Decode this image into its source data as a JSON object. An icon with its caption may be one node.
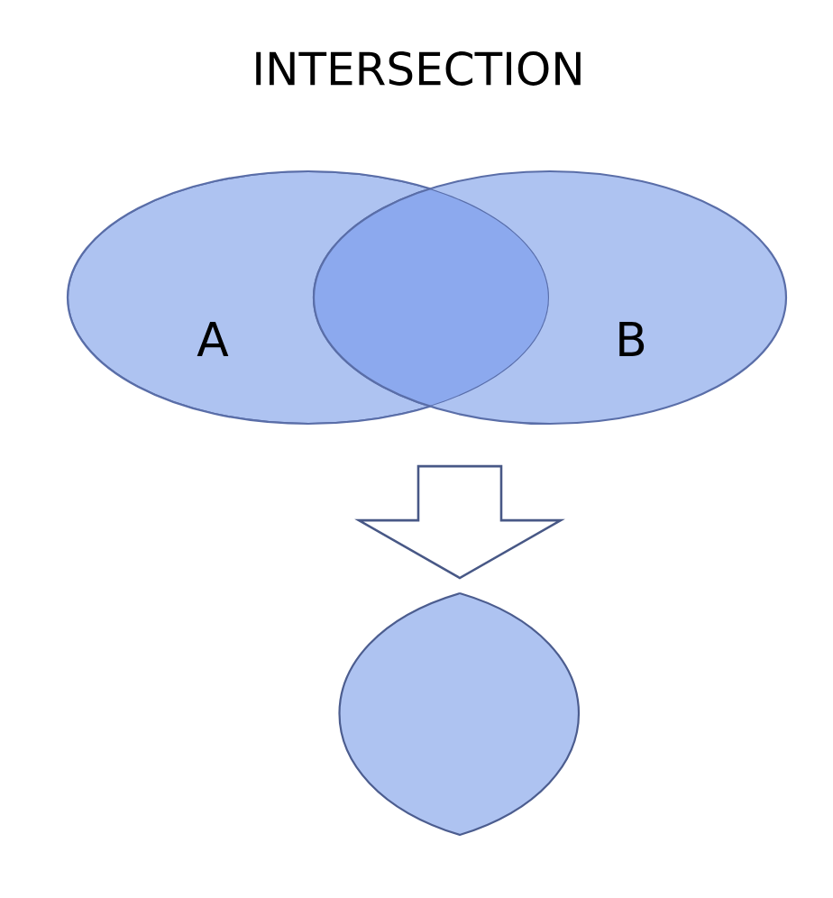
{
  "diagram": {
    "title": "INTERSECTION",
    "nodes": [
      {
        "text": [
          "A"
        ]
      },
      {
        "text": [
          "B"
        ]
      },
      {
        "text": [],
        "shape": "lens"
      }
    ],
    "edges": [
      {
        "from": 0,
        "to": 2,
        "arrow": "to"
      },
      {
        "from": 1,
        "to": 2,
        "arrow": "to"
      }
    ]
  }
}
